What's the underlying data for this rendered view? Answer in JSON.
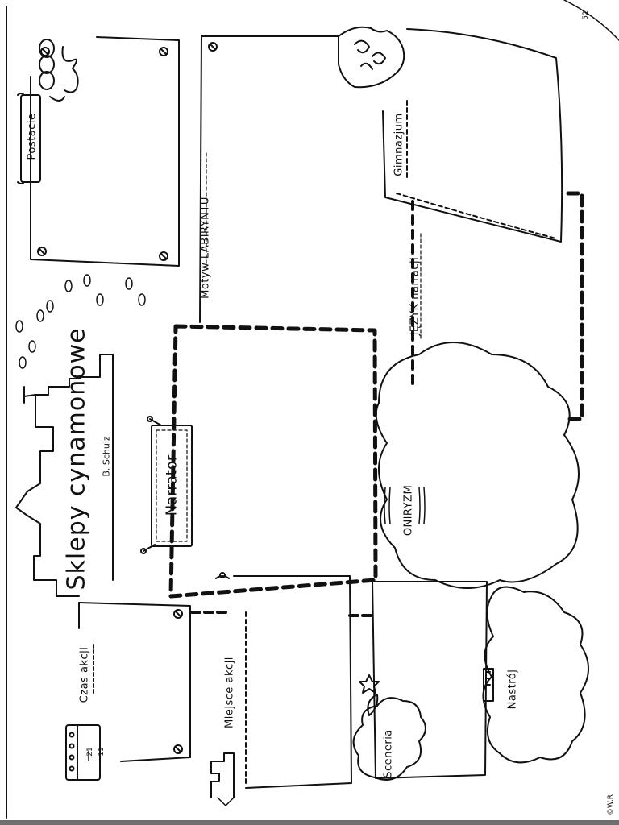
{
  "worksheet": {
    "title": "Sklepy cynamonowe",
    "author": "B. Schulz",
    "page_number": "52",
    "copyright": "©W.R",
    "labels": {
      "postacie": "Postacie",
      "motyw": "Motyw LABIRYNTU",
      "gimnazjum": "Gimnazjum",
      "jezyk": "JĘZYK narracji",
      "narrator": "Narrator",
      "oniryzm": "ONiRYZM",
      "czas": "Czas akcji",
      "miejsce": "Miejsce akcji",
      "sceneria": "Sceneria",
      "nastroj": "Nastrój"
    },
    "calendar": {
      "day": "21",
      "month": "11"
    }
  }
}
